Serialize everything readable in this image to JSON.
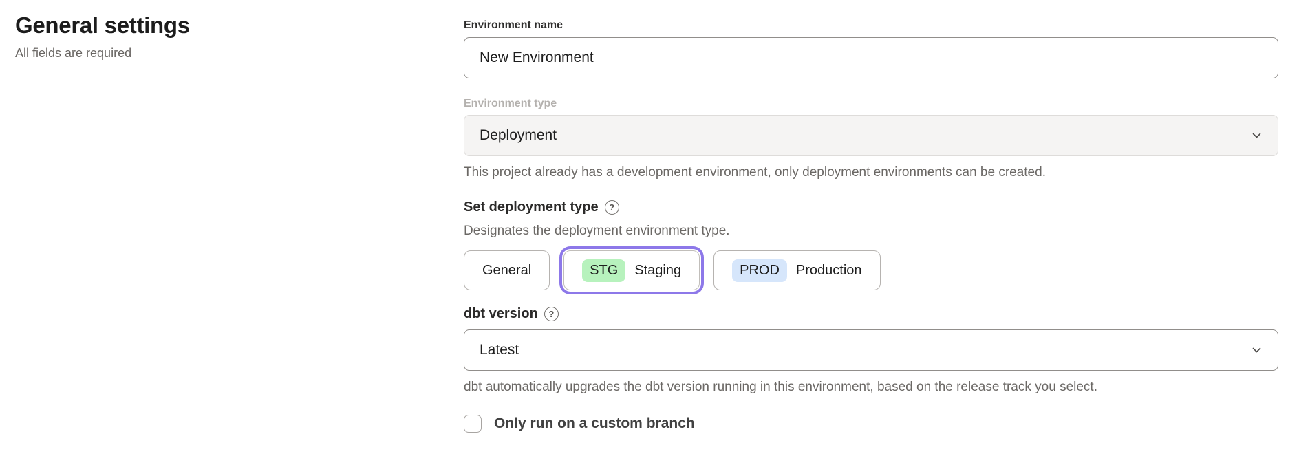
{
  "page": {
    "title": "General settings",
    "subtitle": "All fields are required"
  },
  "form": {
    "environment_name": {
      "label": "Environment name",
      "value": "New Environment"
    },
    "environment_type": {
      "label": "Environment type",
      "value": "Deployment",
      "disabled": true,
      "helper": "This project already has a development environment, only deployment environments can be created."
    },
    "deployment_type": {
      "label": "Set deployment type",
      "help_icon": "?",
      "helper": "Designates the deployment environment type.",
      "options": [
        {
          "label": "General",
          "badge": "",
          "selected": false
        },
        {
          "label": "Staging",
          "badge": "STG",
          "selected": true
        },
        {
          "label": "Production",
          "badge": "PROD",
          "selected": false
        }
      ]
    },
    "dbt_version": {
      "label": "dbt version",
      "help_icon": "?",
      "value": "Latest",
      "helper": "dbt automatically upgrades the dbt version running in this environment, based on the release track you select."
    },
    "custom_branch": {
      "label": "Only run on a custom branch",
      "checked": false
    }
  },
  "colors": {
    "selected_ring": "#8d78e9",
    "staging_badge": "#b7f2bd",
    "production_badge": "#d6e6fb",
    "disabled_field_bg": "#f5f4f3",
    "helper_text": "#6b6865"
  }
}
